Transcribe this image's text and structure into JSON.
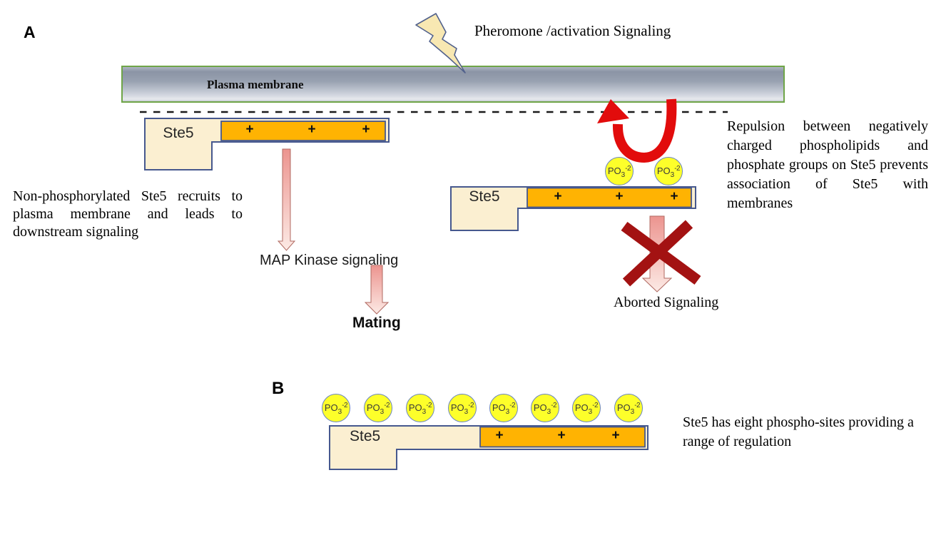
{
  "figure": {
    "panel_a": {
      "label": "A",
      "title": "Pheromone /activation Signaling",
      "membrane_label": "Plasma membrane",
      "left_pathway": {
        "ste5_label": "Ste5",
        "caption": "Non-phosphorylated Ste5 recruits to plasma membrane and leads to downstream signaling",
        "map_kinase_label": "MAP Kinase signaling",
        "mating_label": "Mating"
      },
      "right_pathway": {
        "ste5_label": "Ste5",
        "caption": "Repulsion between negatively charged phospholipids and phosphate groups on Ste5 prevents association of Ste5 with membranes",
        "aborted_label": "Aborted Signaling",
        "phosphate_count": 2
      }
    },
    "panel_b": {
      "label": "B",
      "ste5_label": "Ste5",
      "caption": "Ste5 has eight phospho-sites providing a range of regulation",
      "phosphate_count": 8
    },
    "symbols": {
      "plus": "+",
      "phosphate": {
        "base": "PO",
        "sub": "3",
        "sup": "-2"
      }
    },
    "colors": {
      "membrane_border": "#6fa548",
      "membrane_dark": "#8b94a5",
      "membrane_mid": "#aeb5c2",
      "membrane_light": "#ccd1db",
      "membrane_edge": "#e7e9ee",
      "ste5_fill": "#fbefd1",
      "ste5_border": "#46588e",
      "charge_bar_fill": "#ffb302",
      "phosphate_fill": "#fdff2a",
      "phosphate_border": "#6b85bd",
      "red_arrow": "#e20c0c",
      "cross": "#a31212",
      "pink_arrow_top": "#ec948f",
      "pink_arrow_bottom": "#fceae5",
      "bolt_fill": "#f8e8b2",
      "bolt_border": "#51618c"
    }
  }
}
